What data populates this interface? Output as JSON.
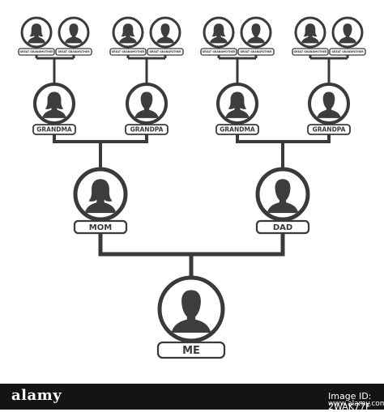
{
  "colors": {
    "ink": "#3a3a3a",
    "person": "#3d3d3d",
    "badge_bg": "#ffffff",
    "footer_bg": "#141414",
    "footer_text": "#ffffff"
  },
  "people": {
    "me": {
      "label": "ME",
      "gender": "male"
    },
    "mom": {
      "label": "MOM",
      "gender": "female"
    },
    "dad": {
      "label": "DAD",
      "gender": "male"
    },
    "grandparents": [
      {
        "label": "GRANDMA",
        "gender": "female"
      },
      {
        "label": "GRANDPA",
        "gender": "male"
      },
      {
        "label": "GRANDMA",
        "gender": "female"
      },
      {
        "label": "GRANDPA",
        "gender": "male"
      }
    ],
    "great_grandparents": [
      {
        "label": "GREAT GRANDMOTHER",
        "gender": "female"
      },
      {
        "label": "GREAT GRANDFATHER",
        "gender": "male"
      },
      {
        "label": "GREAT GRANDMOTHER",
        "gender": "female"
      },
      {
        "label": "GREAT GRANDFATHER",
        "gender": "male"
      },
      {
        "label": "GREAT GRANDMOTHER",
        "gender": "female"
      },
      {
        "label": "GREAT GRANDFATHER",
        "gender": "male"
      },
      {
        "label": "GREAT GRANDMOTHER",
        "gender": "female"
      },
      {
        "label": "GREAT GRANDFATHER",
        "gender": "male"
      }
    ]
  },
  "footer": {
    "brand": "alamy",
    "brand_reg": "a",
    "image_id": "Image ID: 2WAK77F",
    "site": "www.alamy.com"
  }
}
